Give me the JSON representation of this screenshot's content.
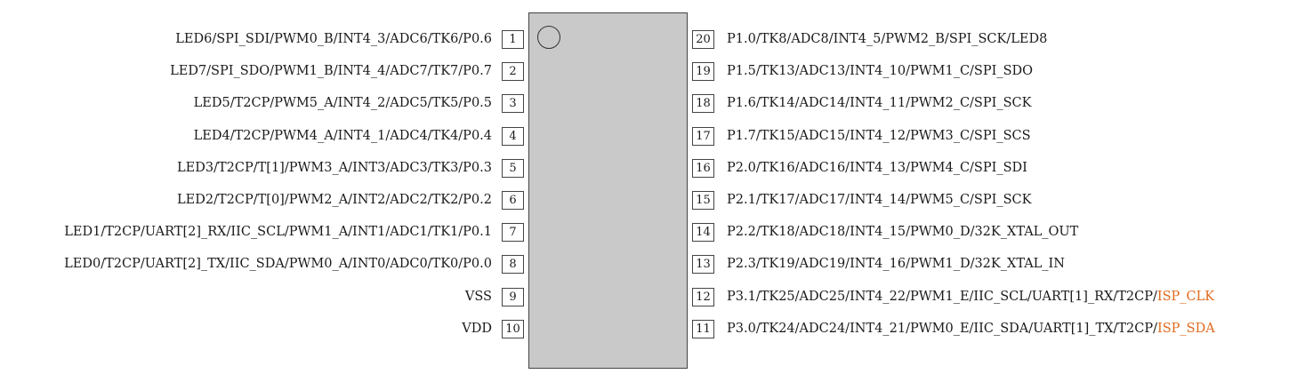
{
  "left_pins": [
    {
      "num": "1",
      "label": "LED6/SPI_SDI/PWM0_B/INT4_3/ADC6/TK6/P0.6"
    },
    {
      "num": "2",
      "label": "LED7/SPI_SDO/PWM1_B/INT4_4/ADC7/TK7/P0.7"
    },
    {
      "num": "3",
      "label": "LED5/T2CP/PWM5_A/INT4_2/ADC5/TK5/P0.5"
    },
    {
      "num": "4",
      "label": "LED4/T2CP/PWM4_A/INT4_1/ADC4/TK4/P0.4"
    },
    {
      "num": "5",
      "label": "LED3/T2CP/T[1]/PWM3_A/INT3/ADC3/TK3/P0.3"
    },
    {
      "num": "6",
      "label": "LED2/T2CP/T[0]/PWM2_A/INT2/ADC2/TK2/P0.2"
    },
    {
      "num": "7",
      "label": "LED1/T2CP/UART[2]_RX/IIC_SCL/PWM1_A/INT1/ADC1/TK1/P0.1"
    },
    {
      "num": "8",
      "label": "LED0/T2CP/UART[2]_TX/IIC_SDA/PWM0_A/INT0/ADC0/TK0/P0.0"
    },
    {
      "num": "9",
      "label": "VSS"
    },
    {
      "num": "10",
      "label": "VDD"
    }
  ],
  "right_pins": [
    {
      "num": "20",
      "label": "P1.0/TK8/ADC8/INT4_5/PWM2_B/SPI_SCK/LED8",
      "highlight": ""
    },
    {
      "num": "19",
      "label": "P1.5/TK13/ADC13/INT4_10/PWM1_C/SPI_SDO",
      "highlight": ""
    },
    {
      "num": "18",
      "label": "P1.6/TK14/ADC14/INT4_11/PWM2_C/SPI_SCK",
      "highlight": ""
    },
    {
      "num": "17",
      "label": "P1.7/TK15/ADC15/INT4_12/PWM3_C/SPI_SCS",
      "highlight": ""
    },
    {
      "num": "16",
      "label": "P2.0/TK16/ADC16/INT4_13/PWM4_C/SPI_SDI",
      "highlight": ""
    },
    {
      "num": "15",
      "label": "P2.1/TK17/ADC17/INT4_14/PWM5_C/SPI_SCK",
      "highlight": ""
    },
    {
      "num": "14",
      "label": "P2.2/TK18/ADC18/INT4_15/PWM0_D/32K_XTAL_OUT",
      "highlight": ""
    },
    {
      "num": "13",
      "label": "P2.3/TK19/ADC19/INT4_16/PWM1_D/32K_XTAL_IN",
      "highlight": ""
    },
    {
      "num": "12",
      "label": "P3.1/TK25/ADC25/INT4_22/PWM1_E/IIC_SCL/UART[1]_RX/T2CP/",
      "highlight": "ISP_CLK"
    },
    {
      "num": "11",
      "label": "P3.0/TK24/ADC24/INT4_21/PWM0_E/IIC_SDA/UART[1]_TX/T2CP/",
      "highlight": "ISP_SDA"
    }
  ],
  "colors": {
    "chip_fill": "#c9c9c9",
    "highlight": "#e06a1c"
  }
}
